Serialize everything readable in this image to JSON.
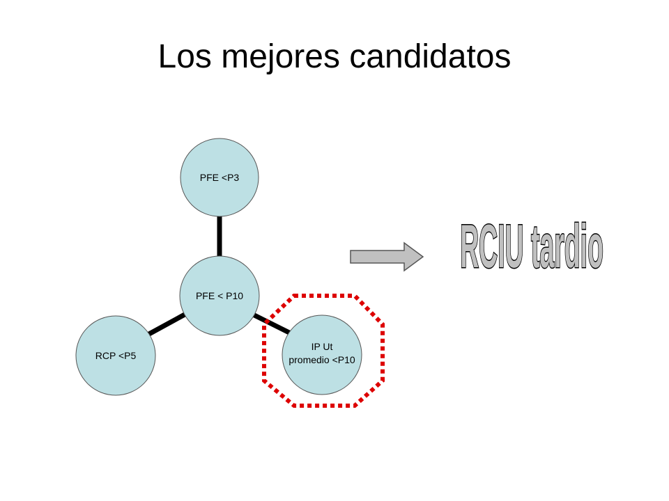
{
  "slide": {
    "title": "Los mejores candidatos"
  },
  "diagram": {
    "center_node": "PFE < P10",
    "top_node": "PFE <P3",
    "left_node": "RCP <P5",
    "right_node_line1": "IP Ut",
    "right_node_line2": "promedio <P10",
    "highlight": "right_node"
  },
  "banner": {
    "text": "RCIU tardio"
  },
  "colors": {
    "node_fill": "#bde0e4",
    "node_stroke": "#555555",
    "connector": "#000000",
    "highlight_dash": "#dd0000",
    "arrow_fill": "#c0c0c0",
    "banner_fill": "#c0c0c0",
    "banner_outline": "#000000"
  },
  "icons": {
    "arrow": "right-arrow-icon"
  }
}
